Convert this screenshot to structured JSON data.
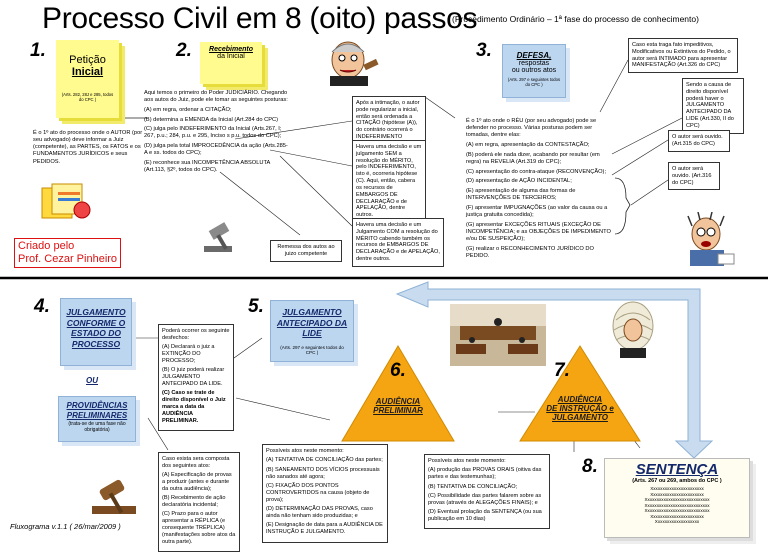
{
  "header": {
    "title": "Processo Civil em 8 (oito) passos",
    "subtitle": "(Procedimento Ordinário – 1ª fase do processo de conhecimento)"
  },
  "credit": {
    "line1": "Criado pelo",
    "line2": "Prof. Cezar Pinheiro"
  },
  "footer": "Fluxograma v.1.1 ( 26/mar/2009 )",
  "steps": {
    "s1": {
      "num": "1.",
      "name_line1": "Petição",
      "name_line2": "Inicial",
      "ref": "(Arts. 282, 28J e 285, todos do CPC )",
      "desc": "É o 1º ato do processo onde o AUTOR (por seu advogado) deve informar a Juiz (competente), as PARTES, os FATOS e os FUNDAMENTOS JURÍDICOS e seus PEDIDOS."
    },
    "s2": {
      "num": "2.",
      "name_line1": "Recebimento",
      "name_line2": "da Inicial",
      "intro": "Aqui temos o primeiro do Poder JUDICIÁRIO. Chegando aos autos do Juiz, pode ele tomar as seguintes posturas:",
      "items": [
        "(A) em regra, ordenar a CITAÇÃO;",
        "(B) determina a EMENDA da Inicial (Art.284 do CPC)",
        "(C) julga pelo INDEFERIMENTO da Inicial (Arts.267, I; 267, p.u.; 284, p.u. e 295, Inciso s p.u. todos do CPC);",
        "(D) julga pela total IMPROCEDÊNCIA da ação (Arts.285-A e ss. todos do CPC);",
        "(E) reconhece sua INCOMPETÊNCIA ABSOLUTA (Art.113, §2º, todos do CPC)."
      ],
      "box_after": "Após a intimação, o autor pode regularizar a inicial, então será ordenada a CITAÇÃO (hipótese (A)), do contrário ocorrerá o INDEFERIMENTO (hipótese (C)).",
      "box_merit": "Havera uma decisão e um julgamento SEM a resolução do MÉRITO, pelo INDEFERIMENTO, isto é, ocorreria hipótese (C). Aqui, então, cabera os recursos de EMBARGOS DE DECLARAÇÃO e de APELAÇÃO, dentre outros.",
      "box_appeal": "Havera uma decisão e um Julgamento COM a resolução do MÉRITO cabendo também os recursos de EMBARGOS DE DECLARAÇÃO e de APELAÇÃO, dentre outros.",
      "box_remit": "Remessa dos autos ao juizo competente"
    },
    "s3": {
      "num": "3.",
      "name_line1": "DEFESA,",
      "name_line2": "respostas",
      "name_line3": "ou outros atos",
      "ref": "(Arts. 297 e seguintes todos do CPC )",
      "intro": "É o 1º ato onde o RÉU (por seu advogado) pode se defender no processo. Várias posturas podem ser tomadas, dentre elas:",
      "items": [
        "(A) em regra, apresentação da CONTESTAÇÃO;",
        "(B) poderá ele nada dizer, acabando por resultar (em regra) na REVELIA (Art.319 do CPC);",
        "(C) apresentação do contra-ataque (RECONVENÇÃO);",
        "(D) apresentação de AÇÃO INCIDENTAL;",
        "(E) apresentação de alguma das formas de INTERVENÇÕES DE TERCEIROS;",
        "(F) apresentar IMPUGNAÇÕES (ao valor da causa ou a justiça gratuita concedida);",
        "(G) apresentar EXCEÇÕES RITUAIS (EXCEÇÃO DE INCOMPETÊNCIA; e as OBJEÇÕES DE IMPEDIMENTO e/ou DE SUSPEIÇÃO);",
        "(G) realizar o RECONHECIMENTO JURÍDICO DO PEDIDO."
      ],
      "box_top": "Caso esta traga fato impeditivos, Modificativos ou Extintivos do Pedido, o autor será INTIMADO para apresentar MANIFESTAÇÃO (Art.326 do CPC)",
      "box_revelia": "Sendo a causa de direito disponível poderá haver o JULGAMENTO ANTECIPADO DA LIDE (Art.330, II do CPC)",
      "box_heard": "O autor será ouvido. (Art.315 do CPC)",
      "box_heard2": "O autor será ouvido. (Art.316 do CPC)"
    },
    "s4": {
      "num": "4.",
      "name": "JULGAMENTO CONFORME O ESTADO DO PROCESSO",
      "or": "OU",
      "name2": "PROVIDÊNCIAS PRELIMINARES",
      "name2_note": "(trata-se de uma fase não obrigatória)",
      "box_main": [
        "Poderá ocorrer os seguinte desfechos:",
        "(A) Declarará o juiz a EXTINÇÃO DO PROCESSO;",
        "(B) O juiz poderá realizar JULGAMENTO ANTECIPADO DA LIDE.",
        "(C) Caso se trate de direito disponível o Juiz marca a data da AUDIÊNCIA PRELIMINAR."
      ],
      "box_prelim": [
        "Caso exista sera composta dos seguintes atos:",
        "(A) Especificação de provas a produzir (antes e durante da outra audiência);",
        "(B) Recebimento de ação declaratória incidental;",
        "(C) Prazo para o autor apresentar a RÉPLICA (e consequente TRÉPLICA) (manifestações sobre atos da outra parte)."
      ]
    },
    "s5": {
      "num": "5.",
      "name": "JULGAMENTO ANTECIPADO DA LIDE",
      "ref": "(Arts. 297 e seguintes todos do CPC )"
    },
    "s6": {
      "num": "6.",
      "name_line1": "AUDIÊNCIA",
      "name_line2": "PRELIMINAR",
      "items": [
        "Possíveis atos neste momento:",
        "(A) TENTATIVA DE CONCILIAÇÃO das partes;",
        "(B) SANEAMENTO DOS VÍCIOS processuais não sanados até agora;",
        "(C) FIXAÇÃO DOS PONTOS CONTROVERTIDOS na causa (objeto de prova);",
        "(D) DETERMINAÇÃO DAS PROVAS, caso ainda não tenham sido produzidas; e",
        "(E) Designação de data para a AUDIÊNCIA DE INSTRUÇÃO E JULGAMENTO."
      ]
    },
    "s7": {
      "num": "7.",
      "name_line1": "AUDIÊNCIA",
      "name_line2": "DE INSTRUÇÃO e",
      "name_line3": "JULGAMENTO",
      "items": [
        "Possíveis atos neste momento:",
        "(A) produção das PROVAS ORAIS (oitiva das partes e das testemunhas);",
        "(B) TENTATIVA DE CONCILIAÇÃO;",
        "(C) Possibilidade das partes falarem sobre as provas (através de ALEGAÇÕES FINAIS); e",
        "(D) Eventual prolação da SENTENÇA (ou sua publicação em 10 dias)"
      ]
    },
    "s8": {
      "num": "8.",
      "name": "SENTENÇA",
      "ref": "(Arts. 267 ou 269, ambos do CPC )",
      "lines": [
        "Xxxxxxxxxxxxxxxxxxxxxxx",
        "Xxxxxxxxxxxxxxxxxxxxxxx",
        "Xxxxxxxxxxxxxxxxxxxxxxxxxxxx",
        "Xxxxxxxxxxxxxxxxxxxxxxxxxxxx",
        "Xxxxxxxxxxxxxxxxxxxxxxxxxxxx",
        "Xxxxxxxxxxxxxxxxxxxxxxx",
        "Xxxxxxxxxxxxxxxxxxx"
      ]
    }
  },
  "colors": {
    "note_yellow": "#fffb8f",
    "note_blue": "#bcd6f0",
    "triangle": "#f5a511",
    "credit_red": "#d11111",
    "arrow_blue": "#c9dcef"
  },
  "icons": [
    "lawyer-cartoon-icon",
    "angry-judge-icon",
    "stressed-man-icon",
    "gavel-icon",
    "judge-wig-icon",
    "courtroom-photo",
    "papers-icon"
  ]
}
